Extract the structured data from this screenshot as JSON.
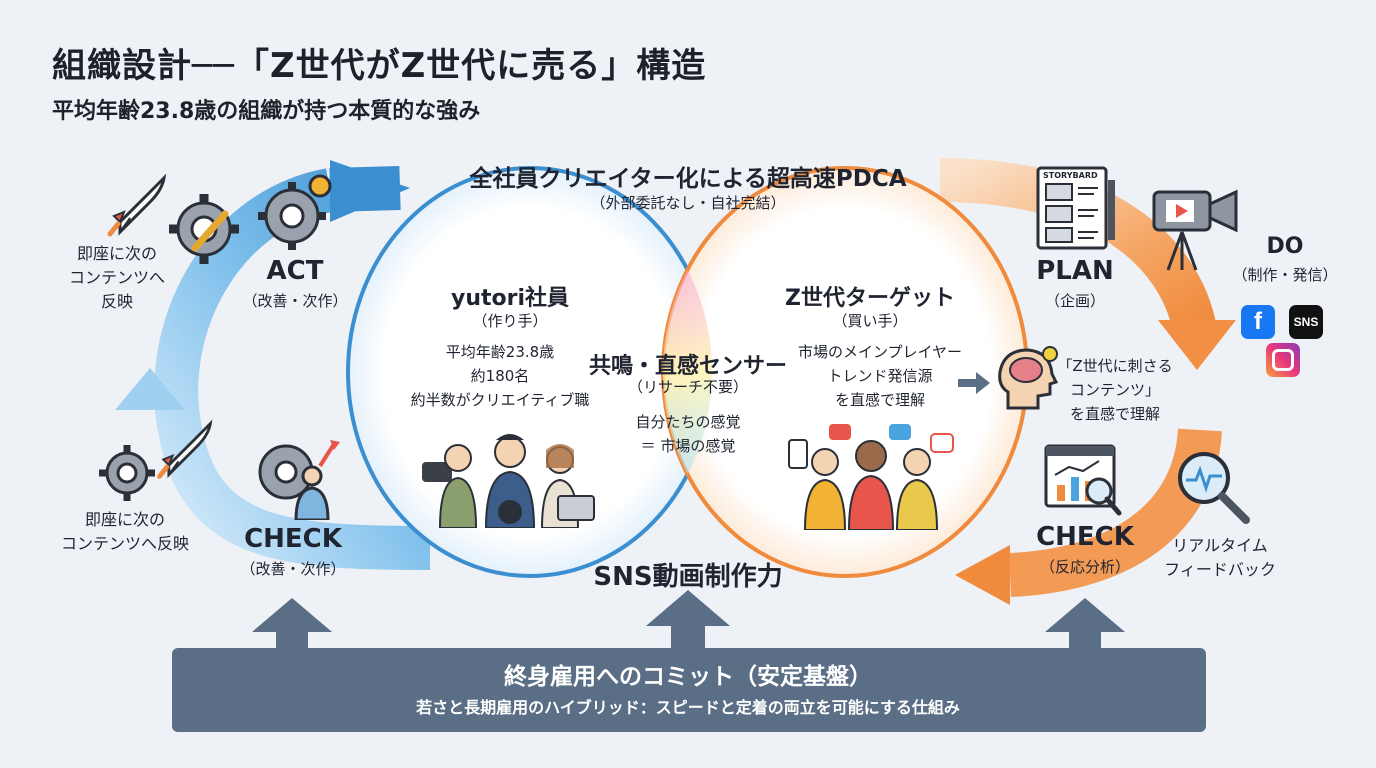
{
  "header": {
    "title": "組織設計──「Z世代がZ世代に売る」構造",
    "subtitle": "平均年齢23.8歳の組織が持つ本質的な強み"
  },
  "loop": {
    "title": "全社員クリエイター化による超高速PDCA",
    "subtitle": "（外部委託なし・自社完結）"
  },
  "left": {
    "act_title": "ACT",
    "act_sub": "（改善・次作）",
    "act_note": [
      "即座に次の",
      "コンテンツへ",
      "反映"
    ],
    "check_title": "CHECK",
    "check_sub": "（改善・次作）",
    "check_note": [
      "即座に次の",
      "コンテンツへ反映"
    ]
  },
  "yutori": {
    "title": "yutori社員",
    "sub": "（作り手）",
    "lines": [
      "平均年齢23.8歳",
      "約180名",
      "約半数がクリエイティブ職"
    ]
  },
  "center": {
    "title": "共鳴・直感センサー",
    "sub": "（リサーチ不要）",
    "lines": [
      "自分たちの感覚",
      "＝ 市場の感覚"
    ]
  },
  "target": {
    "title": "Z世代ターゲット",
    "sub": "（買い手）",
    "lines": [
      "市場のメインプレイヤー",
      "トレンド発信源",
      "を直感で理解"
    ]
  },
  "insight": {
    "lines": [
      "「Z世代に刺さる",
      "コンテンツ」",
      "を直感で理解"
    ]
  },
  "right": {
    "storyboard_label": "STORYBARD",
    "plan_title": "PLAN",
    "plan_sub": "（企画）",
    "do_title": "DO",
    "do_sub": "（制作・発信）",
    "sns_badge": "SNS",
    "fb_badge": "f",
    "check_title": "CHECK",
    "check_sub": "（反応分析）",
    "feedback_lines": [
      "リアルタイム",
      "フィードバック"
    ]
  },
  "sns_power": "SNS動画制作力",
  "foundation": {
    "title": "終身雇用へのコミット（安定基盤）",
    "subtitle": "若さと長期雇用のハイブリッド：スピードと定着の両立を可能にする仕組み"
  },
  "colors": {
    "blue": "#3b8fd0",
    "orange": "#f08a3c",
    "bar": "#5a6e85",
    "up_arrow": "#5a6e85"
  }
}
